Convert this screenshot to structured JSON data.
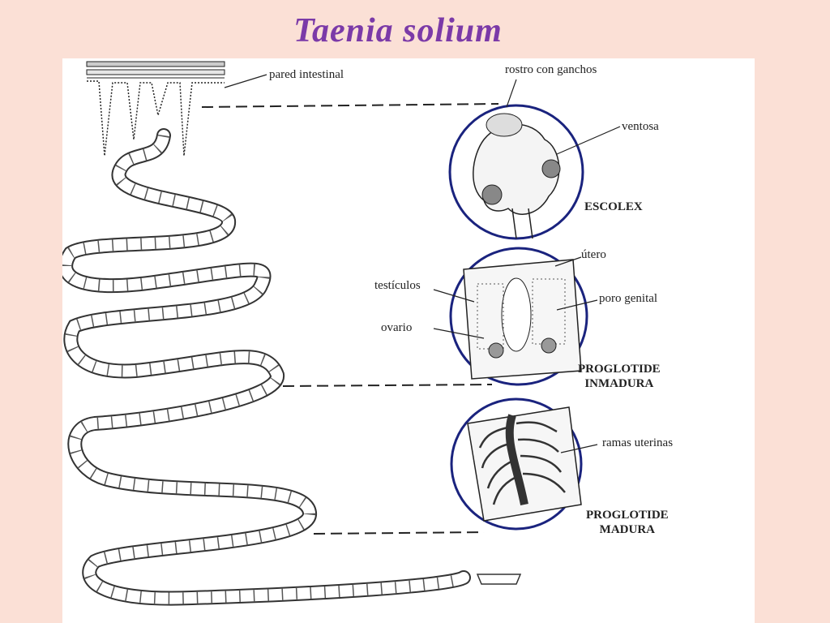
{
  "title": "Taenia  solium",
  "labels": {
    "pared_intestinal": "pared intestinal",
    "rostro": "rostro con ganchos",
    "ventosa": "ventosa",
    "escolex": "ESCOLEX",
    "utero": "útero",
    "testiculos": "testículos",
    "poro_genital": "poro genital",
    "ovario": "ovario",
    "proglotide_inmadura_1": "PROGLOTIDE",
    "proglotide_inmadura_2": "INMADURA",
    "ramas_uterinas": "ramas uterinas",
    "proglotide_madura_1": "PROGLOTIDE",
    "proglotide_madura_2": "MADURA"
  },
  "colors": {
    "background": "#fbe0d6",
    "title": "#7b3aa8",
    "circle": "#1a237e",
    "ink": "#222222"
  }
}
